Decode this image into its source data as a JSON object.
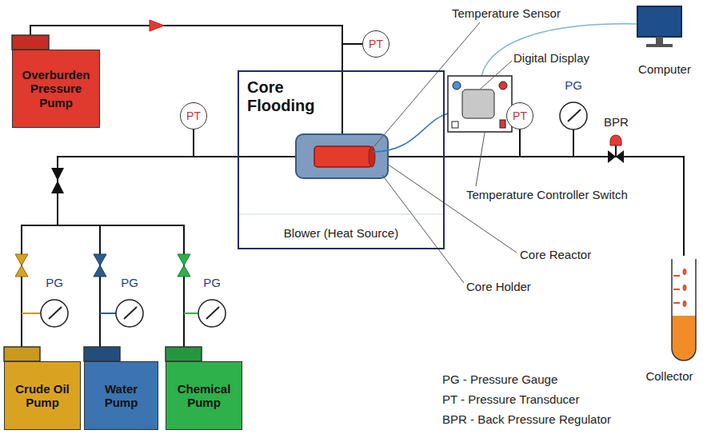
{
  "diagram": {
    "nodes": [
      {
        "text": [
          "Overburden Pressure Pump"
        ]
      },
      {
        "text": [
          "PT"
        ]
      },
      {
        "text": [
          "Computer"
        ]
      },
      {
        "text": [
          "Core Flooding",
          "Blower (Heat Source)"
        ]
      },
      {
        "text": [
          "PT"
        ]
      },
      {
        "text": [
          "PT"
        ]
      },
      {
        "text": [
          "PG"
        ]
      },
      {
        "text": [
          "Collector"
        ]
      },
      {
        "text": [
          "PG"
        ]
      },
      {
        "text": [
          "PG"
        ]
      },
      {
        "text": [
          "PG"
        ]
      },
      {
        "text": [
          "Crude Oil Pump"
        ]
      },
      {
        "text": [
          "Water Pump"
        ]
      },
      {
        "text": [
          "Chemical Pump"
        ]
      }
    ],
    "edges": [
      {
        "from": 0,
        "to": 3,
        "arrow": "to"
      },
      {
        "from": 11,
        "to": 3,
        "arrow": "none"
      },
      {
        "from": 12,
        "to": 3,
        "arrow": "none"
      },
      {
        "from": 13,
        "to": 3,
        "arrow": "none"
      },
      {
        "from": 3,
        "to": 7,
        "arrow": "none"
      }
    ],
    "labels": [
      "Temperature Sensor",
      "Digital Display",
      "Temperature Controller Switch",
      "Core Reactor",
      "Core Holder",
      "BPR",
      "PG - Pressure Gauge",
      "PT - Pressure Transducer",
      "BPR - Back Pressure Regulator"
    ]
  }
}
